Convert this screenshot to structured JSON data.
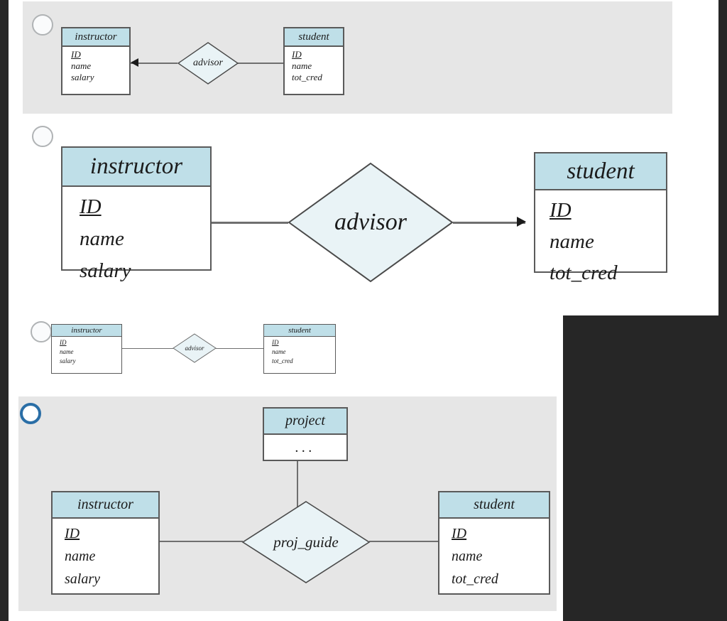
{
  "theme": {
    "page_background": "#ffffff",
    "edge_dark": "#262626",
    "option_shade": "#e6e6e6",
    "entity_header_fill": "#bfdfe8",
    "entity_body_fill": "#ffffff",
    "entity_border": "#5a5a5a",
    "diamond_fill": "#e9f3f6",
    "diamond_border": "#4a4a4a",
    "link_color": "#6f6f6f",
    "radio_border": "#b0b3b5",
    "radio_selected_border": "#2a6ea6"
  },
  "question": {
    "answer_type": "single-choice",
    "selected_option_index": 3,
    "option_count": 4
  },
  "options": [
    {
      "id": "option-1",
      "selected": false,
      "background": "shaded",
      "scale": "small",
      "diagram": {
        "type": "er-diagram",
        "entities": [
          {
            "name": "instructor",
            "attributes": [
              "ID",
              "name",
              "salary"
            ],
            "key_attribute": "ID"
          },
          {
            "name": "student",
            "attributes": [
              "ID",
              "name",
              "tot_cred"
            ],
            "key_attribute": "ID"
          }
        ],
        "relationships": [
          {
            "name": "advisor",
            "connects": [
              "instructor",
              "student"
            ],
            "arrow": "to-instructor"
          }
        ]
      }
    },
    {
      "id": "option-2",
      "selected": false,
      "background": "plain",
      "scale": "large",
      "diagram": {
        "type": "er-diagram",
        "entities": [
          {
            "name": "instructor",
            "attributes": [
              "ID",
              "name",
              "salary"
            ],
            "key_attribute": "ID"
          },
          {
            "name": "student",
            "attributes": [
              "ID",
              "name",
              "tot_cred"
            ],
            "key_attribute": "ID"
          }
        ],
        "relationships": [
          {
            "name": "advisor",
            "connects": [
              "instructor",
              "student"
            ],
            "arrow": "to-student"
          }
        ]
      }
    },
    {
      "id": "option-3",
      "selected": false,
      "background": "plain",
      "scale": "tiny",
      "diagram": {
        "type": "er-diagram",
        "entities": [
          {
            "name": "instructor",
            "attributes": [
              "ID",
              "name",
              "salary"
            ],
            "key_attribute": "ID"
          },
          {
            "name": "student",
            "attributes": [
              "ID",
              "name",
              "tot_cred"
            ],
            "key_attribute": "ID"
          }
        ],
        "relationships": [
          {
            "name": "advisor",
            "connects": [
              "instructor",
              "student"
            ],
            "arrow": "none"
          }
        ]
      }
    },
    {
      "id": "option-4",
      "selected": true,
      "background": "shaded",
      "scale": "medium",
      "diagram": {
        "type": "er-diagram",
        "entities": [
          {
            "name": "project",
            "attributes": [
              "..."
            ],
            "key_attribute": null
          },
          {
            "name": "instructor",
            "attributes": [
              "ID",
              "name",
              "salary"
            ],
            "key_attribute": "ID"
          },
          {
            "name": "student",
            "attributes": [
              "ID",
              "name",
              "tot_cred"
            ],
            "key_attribute": "ID"
          }
        ],
        "relationships": [
          {
            "name": "proj_guide",
            "connects": [
              "project",
              "instructor",
              "student"
            ],
            "arrow": "none"
          }
        ]
      }
    }
  ],
  "labels": {
    "instructor": "instructor",
    "student": "student",
    "project": "project",
    "advisor": "advisor",
    "proj_guide": "proj_guide",
    "id": "ID",
    "name": "name",
    "salary": "salary",
    "tot_cred": "tot_cred",
    "ellipsis": "..."
  }
}
